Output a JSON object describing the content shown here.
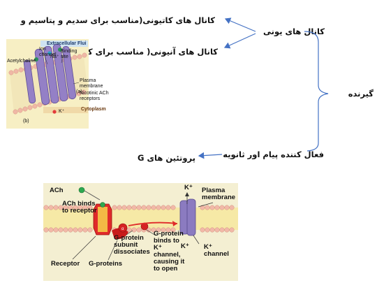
{
  "mindmap": {
    "root": "گیرنده",
    "ionic_channels": "کانال های یونی",
    "cationic": "کانال های کاتیونی(مناسب برای سدیم و پتاسیم و",
    "anionic": "کانال های آنیونی( مناسب برای کلر)",
    "second_messenger": "فعال کننده پیام اور ثانویه",
    "g_proteins": "پروتئین های G"
  },
  "figure_top": {
    "extracellular": "Extracellular Flui",
    "ion_channel": "Ion\nchannel",
    "na": "Na⁺",
    "binding_site": "Binding\nsite",
    "acetylcholine": "Acetylcholine",
    "plasma_membrane": "Plasma\nmembrane",
    "nicotinic": "Nicotinic ACh\nreceptors",
    "k": "K⁺",
    "cytoplasm": "Cytoplasm",
    "panel_a": "(a)",
    "panel_b": "(b)"
  },
  "figure_bottom": {
    "ach": "ACh",
    "ach_binds": "ACh binds\nto receptor",
    "k_top": "K⁺",
    "plasma_membrane": "Plasma\nmembrane",
    "subunit": "G-protein\nsubunit\ndissociates",
    "binds_to": "G-protein\nbinds to\nK⁺\nchannel,\ncausing it\nto open",
    "k_mid": "K⁺",
    "k_channel": "K⁺\nchannel",
    "receptor": "Receptor",
    "g_proteins": "G-proteins"
  },
  "colors": {
    "bracket": "#4472c4",
    "membrane_bg": "#f4eab0",
    "head": "#f2b9a8",
    "channel": "#8b7bc0",
    "receptor": "#d81f1f",
    "gprotein": "#c81818"
  }
}
